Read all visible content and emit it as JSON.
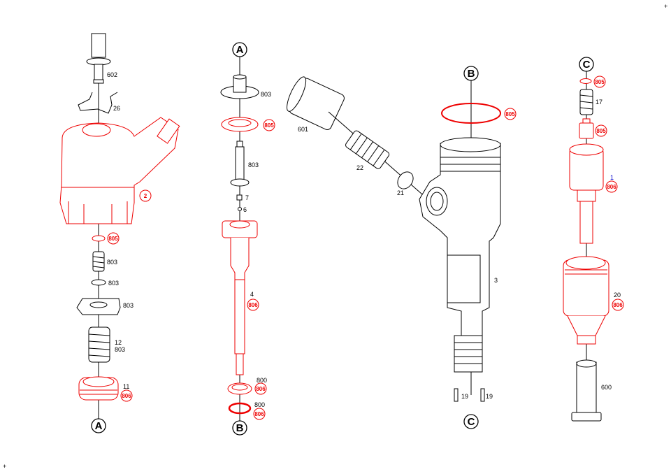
{
  "corner_marks": [
    "+",
    "+"
  ],
  "reference_marks": {
    "A": "A",
    "B": "B",
    "C": "C"
  },
  "left_assembly": {
    "labels": {
      "filter": "602",
      "clip": "26",
      "solenoid": "2",
      "washer_kit": "805",
      "spring_small": "803",
      "circlip": "803",
      "armature": "803",
      "spring_large_num": "12",
      "spring_large_kit": "803",
      "nut_num": "11",
      "nut_kit": "806"
    }
  },
  "middle_assembly": {
    "labels": {
      "armature_guide": "803",
      "shim_kit": "805",
      "valve_pin": "803",
      "ball_seat": "7",
      "ball": "6",
      "valve_num": "4",
      "valve_kit": "806",
      "ring_1_num": "800",
      "ring_1_kit": "806",
      "ring_2_num": "800",
      "ring_2_kit": "806"
    }
  },
  "body_assembly": {
    "labels": {
      "cap": "601",
      "inlet": "22",
      "seal_ring": "21",
      "top_ring_kit": "805",
      "body": "3",
      "pin_left": "19",
      "pin_right": "19"
    }
  },
  "right_assembly": {
    "labels": {
      "washer_kit": "805",
      "spring": "17",
      "sleeve_kit": "805",
      "nozzle_num": "1",
      "nozzle_kit": "806",
      "nozzle_nut_num": "20",
      "nozzle_nut_kit": "806",
      "cap": "600"
    }
  },
  "colors": {
    "kit_part": "#e00000",
    "standard_part": "#000000",
    "highlight_label": "#0000cc"
  }
}
